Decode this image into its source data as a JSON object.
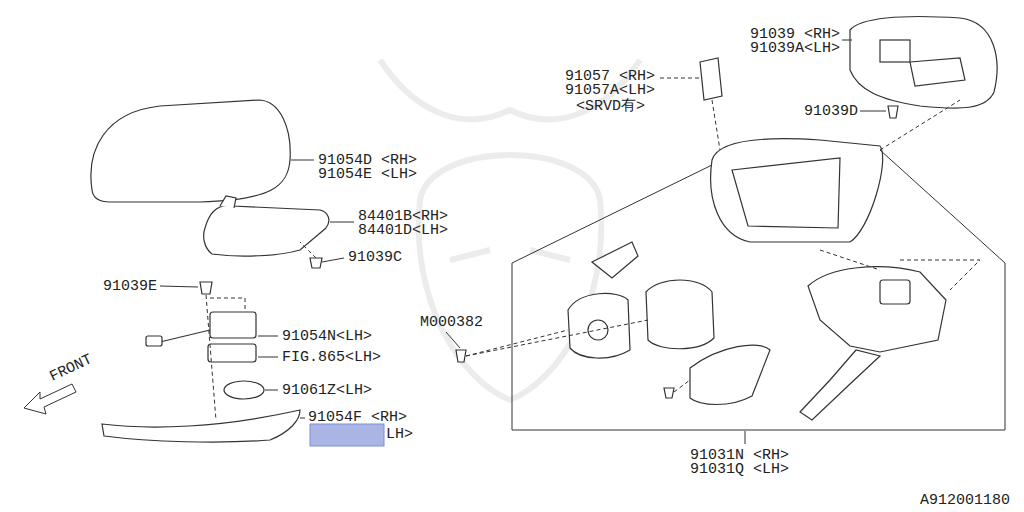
{
  "diagram": {
    "labels": [
      "91039 <RH>",
      "91039A<LH>",
      "91057 <RH>",
      "91057A<LH>",
      "<SRVD有>",
      "91039D",
      "91054D <RH>",
      "91054E <LH>",
      "84401B<RH>",
      "84401D<LH>",
      "91039C",
      "91039E",
      "M000382",
      "91054N<LH>",
      "FIG.865<LH>",
      "91061Z<LH>",
      "91054F <RH>",
      "LH>",
      "FRONT",
      "91031N <RH>",
      "91031Q <LH>",
      "A912001180"
    ]
  }
}
